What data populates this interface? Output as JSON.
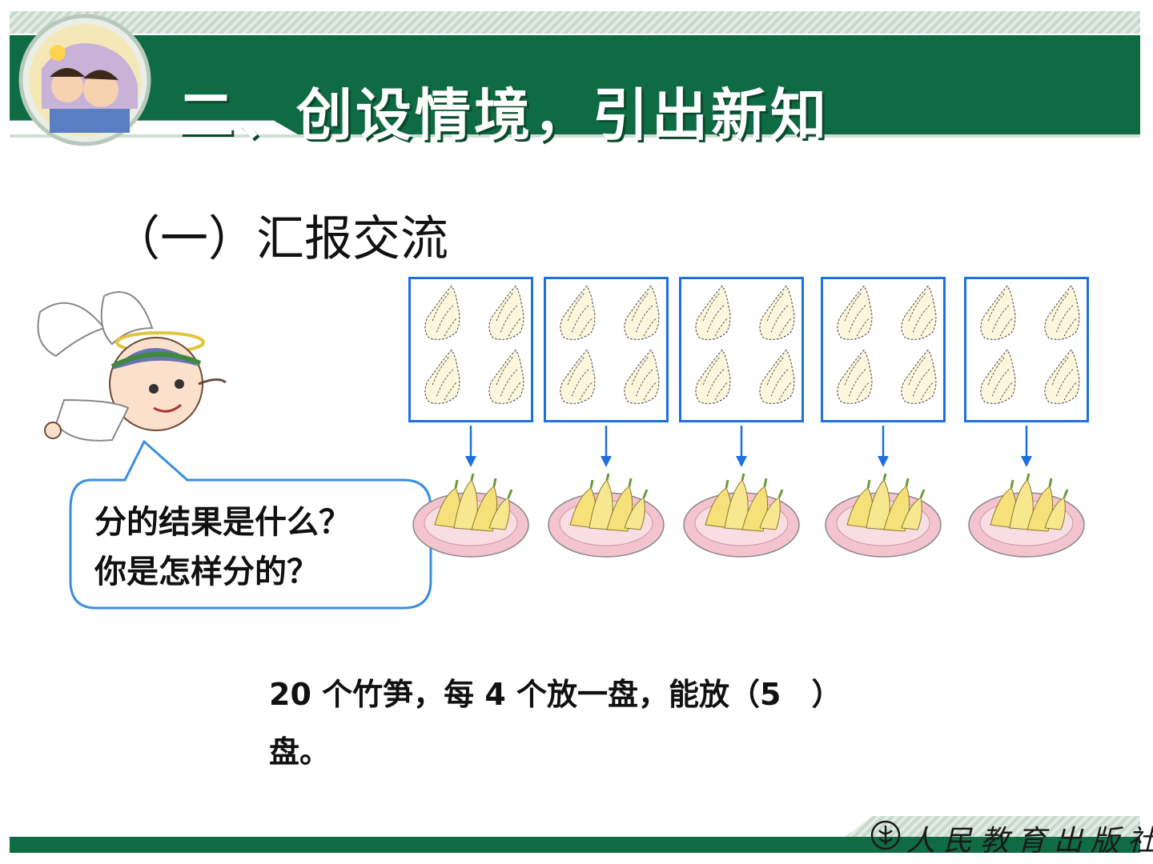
{
  "header": {
    "title": "二、创设情境，引出新知"
  },
  "section": {
    "heading": "（一）汇报交流"
  },
  "bubble": {
    "line1": "分的结果是什么？",
    "line2": "你是怎样分的？"
  },
  "groups": {
    "count": 5,
    "items_per_group": 4
  },
  "question": {
    "part1": "20 个竹笋，每 4 个放一盘，能放（",
    "answer": "5",
    "part2": "　）",
    "part3": "盘。"
  },
  "footer": {
    "publisher": "人民教育出版社"
  },
  "colors": {
    "banner_green": "#0f6b43",
    "box_blue": "#1e6fe0",
    "plate_pink": "#f3c4d0"
  }
}
